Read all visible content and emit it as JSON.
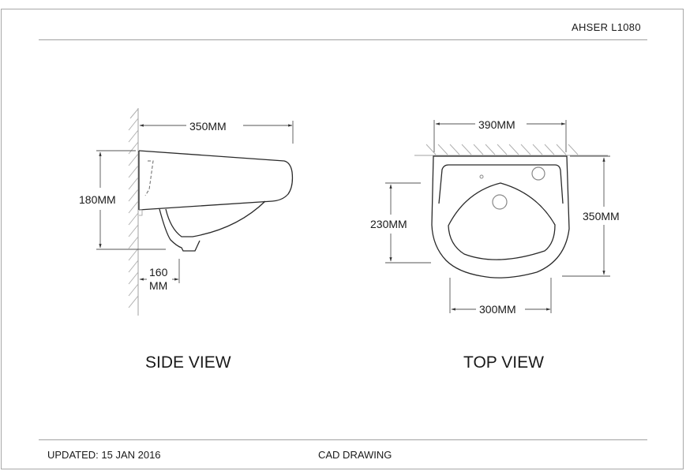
{
  "header": {
    "title_block": "AHSER  L1080"
  },
  "footer": {
    "updated": "UPDATED: 15 JAN 2016",
    "type": "CAD DRAWING"
  },
  "side_view": {
    "label": "SIDE VIEW",
    "dimensions": {
      "width": "350MM",
      "height": "180MM",
      "projection_line1": "160",
      "projection_line2": "MM"
    }
  },
  "top_view": {
    "label": "TOP VIEW",
    "dimensions": {
      "overall_width": "390MM",
      "bowl_width": "300MM",
      "depth": "350MM",
      "bowl_depth": "230MM"
    }
  },
  "colors": {
    "outline": "#2a2a2a",
    "dimension_line": "#555555",
    "hatch": "#b0b0b0",
    "frame": "#a8a8a8",
    "background": "#ffffff"
  }
}
